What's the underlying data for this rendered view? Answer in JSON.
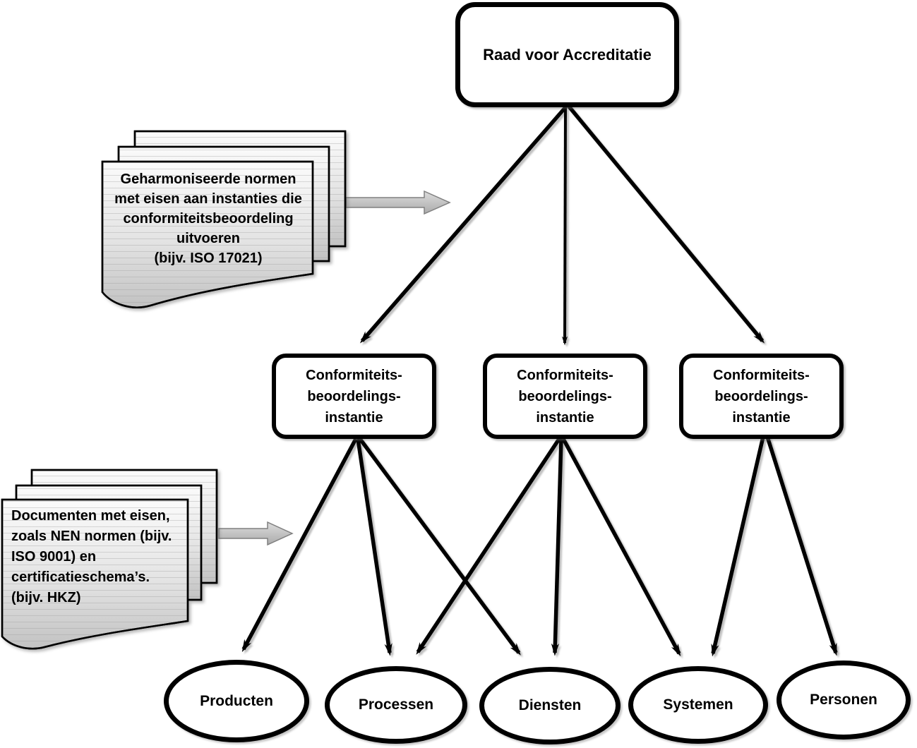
{
  "diagram": {
    "title_node": {
      "label": "Raad voor Accreditatie"
    },
    "cab_boxes": [
      {
        "lines": [
          "Conformiteits-",
          "beoordelings-",
          "instantie"
        ]
      },
      {
        "lines": [
          "Conformiteits-",
          "beoordelings-",
          "instantie"
        ]
      },
      {
        "lines": [
          "Conformiteits-",
          "beoordelings-",
          "instantie"
        ]
      }
    ],
    "scopes": [
      {
        "label": "Producten"
      },
      {
        "label": "Processen"
      },
      {
        "label": "Diensten"
      },
      {
        "label": "Systemen"
      },
      {
        "label": "Personen"
      }
    ],
    "document_stacks": [
      {
        "lines": [
          "Geharmoniseerde normen",
          "met eisen aan instanties die",
          "conformiteitsbeoordeling",
          "uitvoeren",
          "(bijv. ISO 17021)"
        ],
        "align": "center"
      },
      {
        "lines": [
          "Documenten met eisen,",
          "zoals NEN normen (bijv.",
          "ISO 9001) en",
          "certificatieschema’s.",
          "(bijv. HKZ)"
        ],
        "align": "left"
      }
    ],
    "edges": [
      {
        "from": "raad-voor-accreditatie",
        "to": "cab-1"
      },
      {
        "from": "raad-voor-accreditatie",
        "to": "cab-2"
      },
      {
        "from": "raad-voor-accreditatie",
        "to": "cab-3"
      },
      {
        "from": "cab-1",
        "to": "producten"
      },
      {
        "from": "cab-1",
        "to": "processen"
      },
      {
        "from": "cab-1",
        "to": "diensten"
      },
      {
        "from": "cab-2",
        "to": "processen"
      },
      {
        "from": "cab-2",
        "to": "diensten"
      },
      {
        "from": "cab-2",
        "to": "systemen"
      },
      {
        "from": "cab-3",
        "to": "systemen"
      },
      {
        "from": "cab-3",
        "to": "personen"
      }
    ],
    "colors": {
      "stroke": "#000000",
      "node_fill": "#ffffff",
      "sheet_top": "#fbfbfb",
      "sheet_bottom": "#c2c2c2",
      "block_arrow_fill": "#c6c6c6",
      "block_arrow_border": "#808080"
    }
  }
}
